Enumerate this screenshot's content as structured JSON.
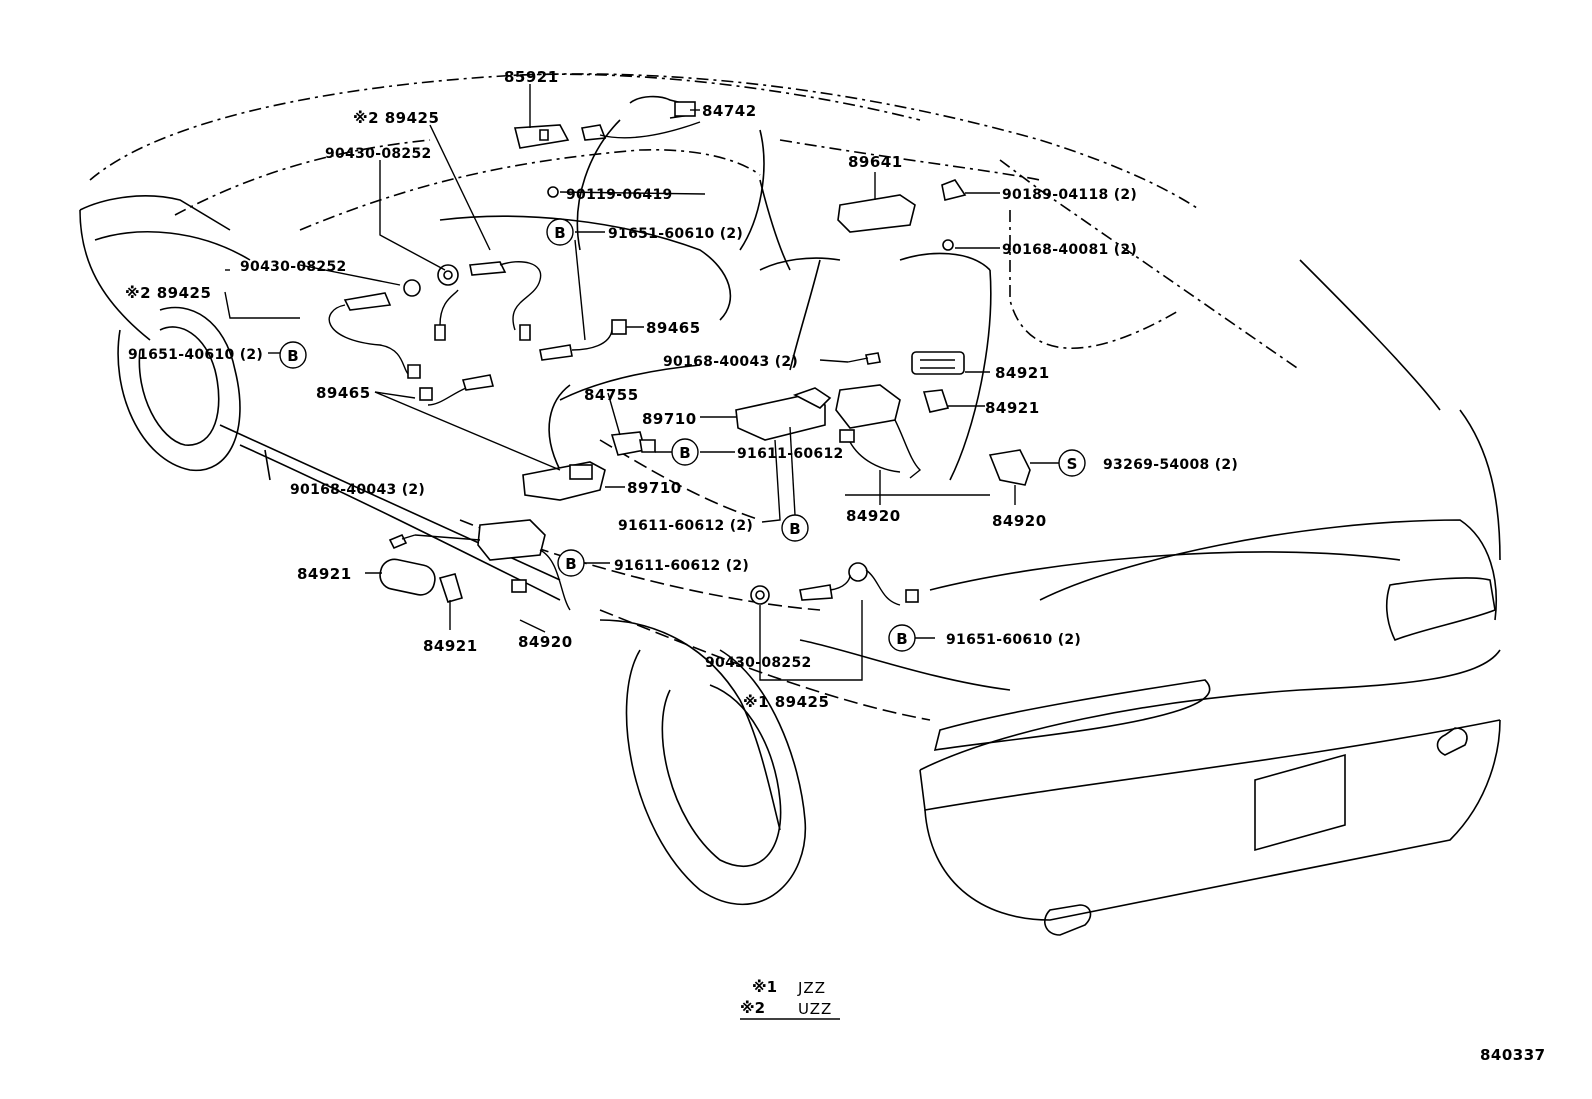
{
  "parts": {
    "p85921": "85921",
    "p84742": "84742",
    "p89425_top": "※2 89425",
    "p90430_top": "90430-08252",
    "p90119": "90119-06419",
    "p91651_top": "91651-60610 (2)",
    "p89641": "89641",
    "p90189": "90189-04118 (2)",
    "p90168_81": "90168-40081 (2)",
    "p90430_left": "90430-08252",
    "p89425_left": "※2 89425",
    "p91651_left": "91651-40610 (2)",
    "p89465_right": "89465",
    "p90168_43_mid": "90168-40043 (2)",
    "p84921_a": "84921",
    "p84921_b": "84921",
    "p89465_left": "89465",
    "p84755": "84755",
    "p89710_mid": "89710",
    "p91611_a": "91611-60612",
    "p93269": "93269-54008 (2)",
    "p89710_low": "89710",
    "p84920_mid": "84920",
    "p84920_right": "84920",
    "p91611_b": "91611-60612 (2)",
    "p90168_43_low": "90168-40043 (2)",
    "p91611_c": "91611-60612 (2)",
    "p84921_c": "84921",
    "p84921_d": "84921",
    "p84920_low": "84920",
    "p91651_low": "91651-60610 (2)",
    "p90430_low": "90430-08252",
    "p89425_low": "※1 89425"
  },
  "markers": {
    "bolt": "B",
    "screw": "S"
  },
  "legend": {
    "mark1": "※1",
    "code1": "JZZ",
    "mark2": "※2",
    "code2": "UZZ"
  },
  "figure_number": "840337"
}
